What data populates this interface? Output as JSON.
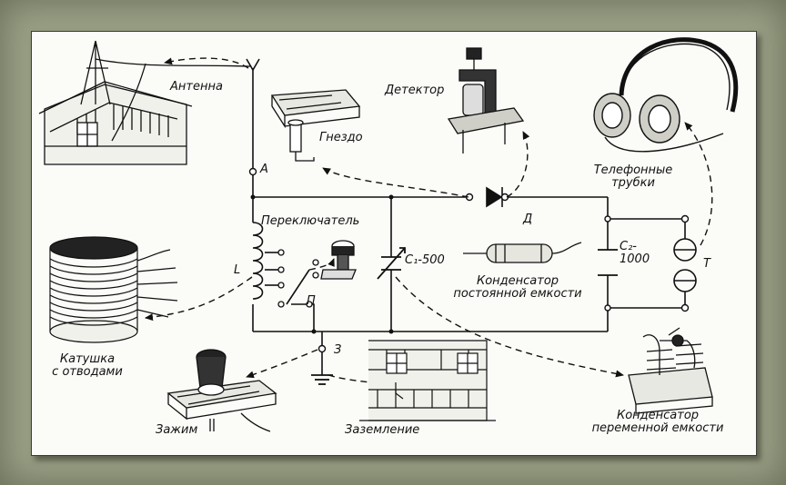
{
  "labels": {
    "antenna": "Антенна",
    "detector": "Детектор",
    "socket": "Гнездо",
    "phones_1": "Телефонные",
    "phones_2": "трубки",
    "switch": "Переключатель",
    "coil_l": "L",
    "switch_p": "П",
    "node_a": "А",
    "diode_d": "Д",
    "node_z": "З",
    "c1": "C₁-500",
    "c2_a": "C₂-",
    "c2_b": "1000",
    "phones_t": "Т",
    "fixed_cap_1": "Конденсатор",
    "fixed_cap_2": "постоянной емкости",
    "coil_1": "Катушка",
    "coil_2": "с отводами",
    "clamp": "Зажим",
    "ground": "Заземление",
    "var_cap_1": "Конденсатор",
    "var_cap_2": "переменной емкости"
  },
  "colors": {
    "background": "#9fa58b",
    "sheet": "#fbfbf8",
    "ink": "#111111"
  },
  "icons": {
    "house_antenna": "house-with-antenna-icon",
    "socket": "socket-icon",
    "detector": "crystal-detector-icon",
    "headphones": "headphones-icon",
    "coil": "tapped-coil-icon",
    "switch": "switch-knob-icon",
    "fixed_capacitor": "fixed-capacitor-icon",
    "clamp": "terminal-clamp-icon",
    "ground_house": "grounded-house-icon",
    "variable_capacitor": "variable-capacitor-icon"
  }
}
